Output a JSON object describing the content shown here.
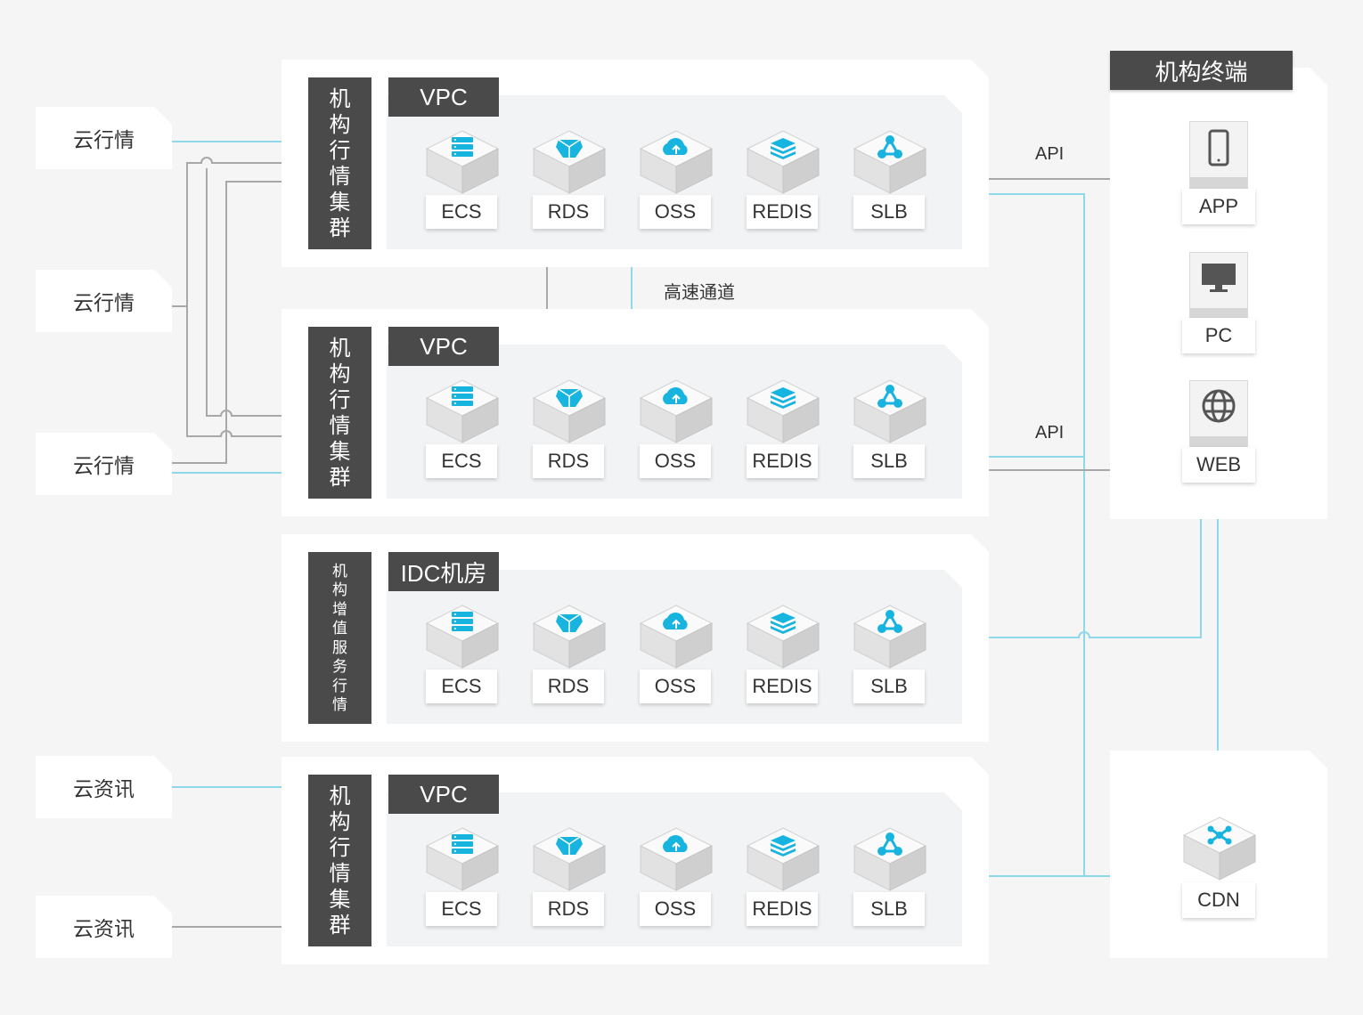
{
  "sources": [
    {
      "label": "云行情"
    },
    {
      "label": "云行情"
    },
    {
      "label": "云行情"
    },
    {
      "label": "云资讯"
    },
    {
      "label": "云资讯"
    }
  ],
  "clusters": [
    {
      "side_label": [
        "机",
        "构",
        "行",
        "情",
        "集",
        "群"
      ],
      "tag": "VPC",
      "small": false
    },
    {
      "side_label": [
        "机",
        "构",
        "行",
        "情",
        "集",
        "群"
      ],
      "tag": "VPC",
      "small": false
    },
    {
      "side_label": [
        "机",
        "构",
        "增",
        "值",
        "服",
        "务",
        "行",
        "情"
      ],
      "tag": "IDC机房",
      "small": true
    },
    {
      "side_label": [
        "机",
        "构",
        "行",
        "情",
        "集",
        "群"
      ],
      "tag": "VPC",
      "small": false
    }
  ],
  "services": [
    "ECS",
    "RDS",
    "OSS",
    "REDIS",
    "SLB"
  ],
  "notes": {
    "api1": "API",
    "api2": "API",
    "channel": "高速通道"
  },
  "terminal": {
    "title": "机构终端",
    "devices": [
      {
        "label": "APP",
        "icon": "phone-icon"
      },
      {
        "label": "PC",
        "icon": "monitor-icon"
      },
      {
        "label": "WEB",
        "icon": "globe-icon"
      }
    ]
  },
  "cdn": {
    "label": "CDN",
    "icon": "cdn-network-icon"
  },
  "colors": {
    "accent": "#18b4e0",
    "dark": "#4a4a4a",
    "line_gray": "#9e9e9e",
    "line_cyan": "#8fd8ea"
  }
}
